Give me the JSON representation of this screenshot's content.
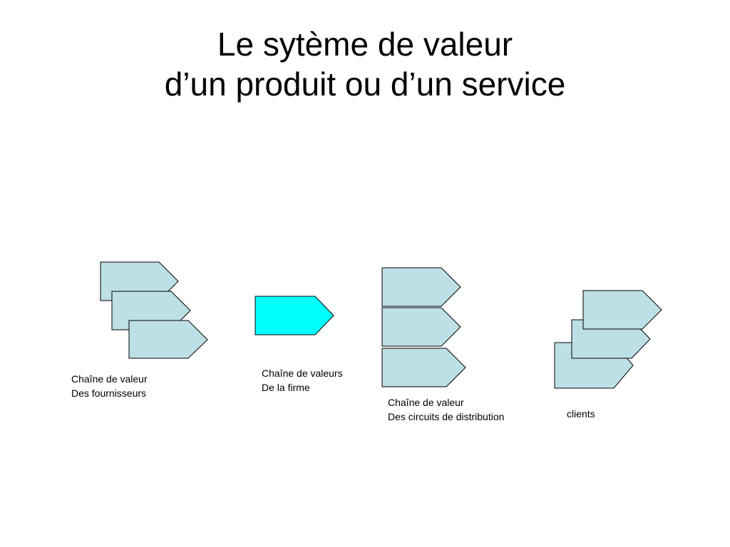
{
  "title": {
    "line1": "Le sytème de valeur",
    "line2": "d’un produit ou d’un service"
  },
  "colors": {
    "chain": "#bde0e6",
    "firm": "#00ffff",
    "stroke": "#000000"
  },
  "groups": {
    "suppliers": {
      "label_line1": "Chaîne de valeur",
      "label_line2": "Des fournisseurs"
    },
    "firm": {
      "label_line1": "Chaîne de valeurs",
      "label_line2": "De la firme"
    },
    "distribution": {
      "label_line1": "Chaîne de valeur",
      "label_line2": "Des circuits de distribution"
    },
    "clients": {
      "label_line1": "clients"
    }
  }
}
